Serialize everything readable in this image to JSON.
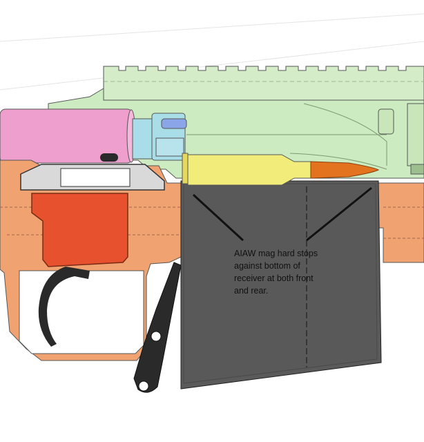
{
  "annotation": {
    "line1": "AIAW mag hard stops",
    "line2": "against bottom of",
    "line3": "receiver at both front",
    "line4": "and rear."
  },
  "colors": {
    "background": "#ffffff",
    "scope_rail": "#d4ecc8",
    "receiver": "#ccebc0",
    "stock": "#f0a270",
    "trigger_guard": "#e8512d",
    "bolt_shroud": "#ee9fce",
    "bolt_collar": "#a9dde8",
    "magazine": "#5a5a5a",
    "cartridge_case": "#f2ec7a",
    "bullet": "#e3731e",
    "trigger": "#2a2a2a",
    "outline": "#333333"
  },
  "icons": {
    "trigger": "trigger-icon",
    "mag-release": "mag-release-lever-icon"
  }
}
